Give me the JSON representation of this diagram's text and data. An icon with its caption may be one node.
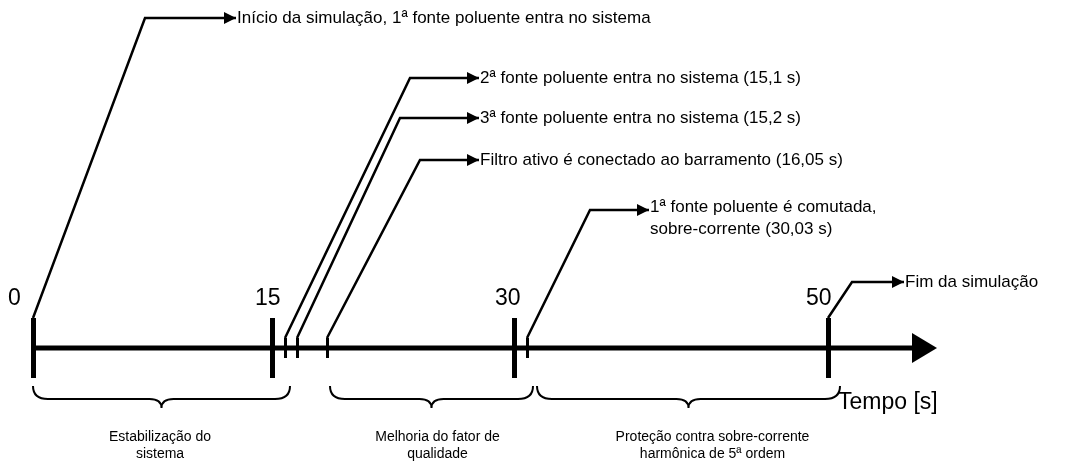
{
  "diagram": {
    "nodes": [
      {
        "text": [
          "Início da simulação, 1ª fonte poluente entra no sistema"
        ]
      },
      {
        "text": [
          "2ª fonte poluente entra no sistema (15,1 s)"
        ]
      },
      {
        "text": [
          "3ª fonte poluente entra no sistema (15,2 s)"
        ]
      },
      {
        "text": [
          "Filtro ativo é conectado ao barramento (16,05 s)"
        ]
      },
      {
        "text": [
          "1ª fonte poluente é comutada, sobre-corrente (30,03 s)"
        ]
      },
      {
        "text": [
          "Fim da simulação"
        ]
      },
      {
        "text": [],
        "shape": "bar"
      },
      {
        "text": [],
        "shape": "bar"
      },
      {
        "text": [],
        "shape": "bar"
      },
      {
        "text": [],
        "shape": "bar"
      },
      {
        "text": [],
        "shape": "bar"
      },
      {
        "text": [],
        "shape": "bar"
      }
    ],
    "edges": [
      {
        "from": 6,
        "to": 0,
        "arrow": "to"
      },
      {
        "from": 7,
        "to": 1,
        "arrow": "to"
      },
      {
        "from": 8,
        "to": 2,
        "arrow": "to"
      },
      {
        "from": 9,
        "to": 3,
        "arrow": "to"
      },
      {
        "from": 10,
        "to": 4,
        "arrow": "to"
      },
      {
        "from": 11,
        "to": 5,
        "arrow": "to"
      }
    ],
    "labels": [
      "0",
      "15",
      "30",
      "50",
      "Tempo [s]",
      "Estabilização do sistema",
      "Melhoria do fator de qualidade",
      "Proteção contra sobre-corrente harmônica de 5ª ordem"
    ]
  }
}
